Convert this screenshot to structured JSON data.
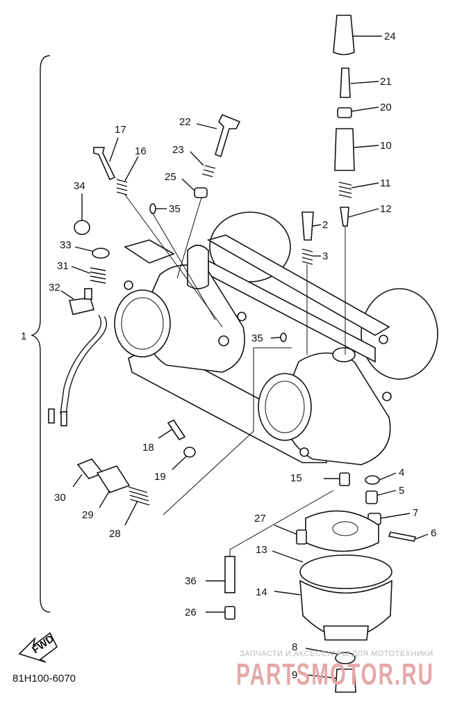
{
  "diagram": {
    "drawing_code": "81H100-6070",
    "assembly_label": "1",
    "fwd_label": "FWD",
    "parts": [
      "2",
      "3",
      "4",
      "5",
      "6",
      "7",
      "8",
      "9",
      "10",
      "11",
      "12",
      "13",
      "14",
      "15",
      "16",
      "17",
      "18",
      "19",
      "20",
      "21",
      "22",
      "23",
      "24",
      "25",
      "26",
      "27",
      "28",
      "29",
      "30",
      "31",
      "32",
      "33",
      "34",
      "35",
      "35",
      "36"
    ]
  },
  "watermark": {
    "line1": "ЗАПЧАСТИ И АКСЕССУАРЫ ДЛЯ МОТОТЕХНИКИ",
    "line2": "PARTSMOTOR.RU"
  }
}
